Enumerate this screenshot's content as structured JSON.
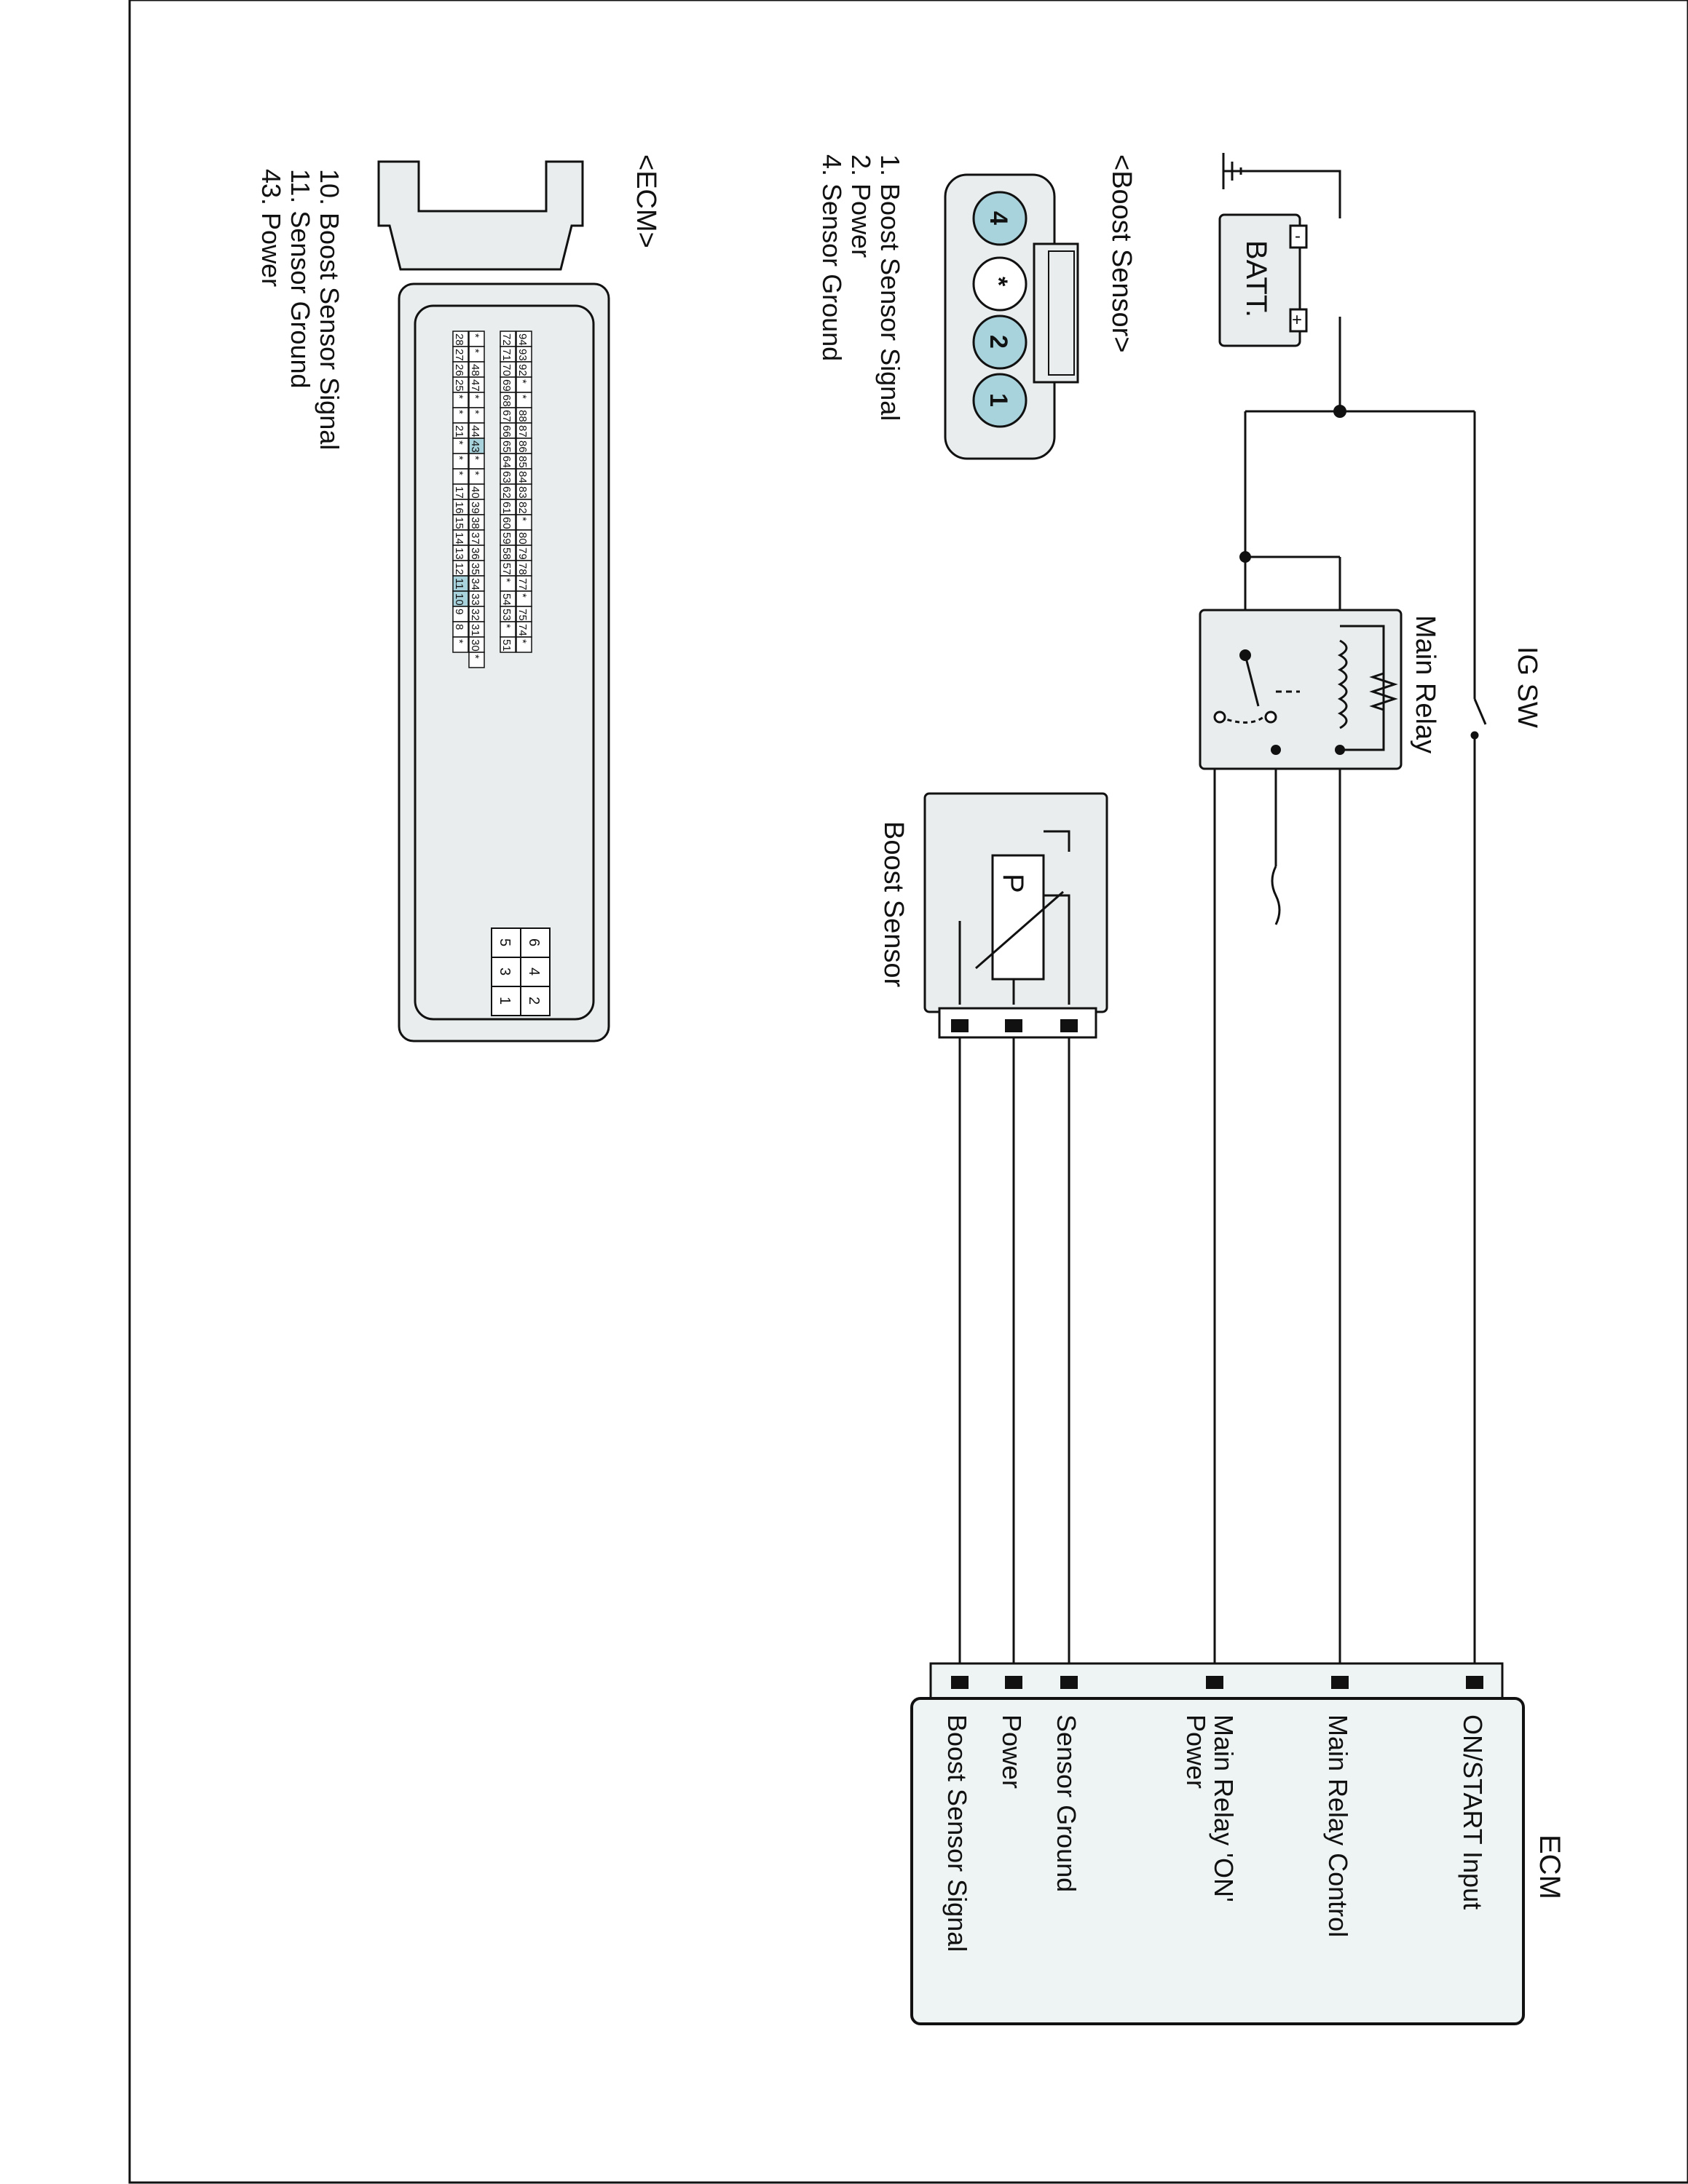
{
  "components": {
    "battery": {
      "label": "BATT.",
      "minus": "-",
      "plus": "+"
    },
    "ig_sw": {
      "label": "IG SW"
    },
    "main_relay": {
      "label": "Main Relay"
    },
    "boost_sensor": {
      "label": "Boost Sensor",
      "symbol": "P"
    },
    "ecm": {
      "label": "ECM",
      "inputs": [
        "ON/START Input",
        "Main Relay Control",
        "Main Relay 'ON' Power",
        "Sensor Ground",
        "Power",
        "Boost Sensor Signal"
      ]
    }
  },
  "sensor_connector": {
    "title": "<Boost Sensor>",
    "cavities": [
      "4",
      "*",
      "2",
      "1"
    ],
    "highlighted": [
      "4",
      "2",
      "1"
    ],
    "pins": [
      "1. Boost Sensor Signal",
      "2. Power",
      "4. Sensor Ground"
    ]
  },
  "ecm_connector": {
    "title": "<ECM>",
    "pins": [
      "10. Boost Sensor Signal",
      "11. Sensor Ground",
      "43. Power"
    ],
    "highlighted": [
      "10",
      "11",
      "43"
    ],
    "rows": [
      [
        "94",
        "93",
        "92",
        "*",
        "*",
        "88",
        "87",
        "86",
        "85",
        "84",
        "83",
        "82",
        "*",
        "80",
        "79",
        "78",
        "77",
        "*",
        "75",
        "74",
        "*"
      ],
      [
        "72",
        "71",
        "70",
        "69",
        "68",
        "67",
        "66",
        "65",
        "64",
        "63",
        "62",
        "61",
        "60",
        "59",
        "58",
        "57",
        "*",
        "54",
        "53",
        "*",
        "51"
      ],
      [
        "*",
        "*",
        "48",
        "47",
        "*",
        "*",
        "44",
        "43",
        "*",
        "*",
        "40",
        "39",
        "38",
        "37",
        "36",
        "35",
        "34",
        "33",
        "32",
        "31",
        "30",
        "*"
      ],
      [
        "28",
        "27",
        "26",
        "25",
        "*",
        "*",
        "21",
        "*",
        "*",
        "*",
        "17",
        "16",
        "15",
        "14",
        "13",
        "12",
        "11",
        "10",
        "9",
        "8",
        "*"
      ]
    ],
    "power_pins": [
      [
        "6",
        "5"
      ],
      [
        "4",
        "3"
      ],
      [
        "2",
        "1"
      ]
    ]
  },
  "colors": {
    "highlight": "#a9d3dc",
    "ecm_fill": "#eef3f3",
    "ink": "#111111"
  }
}
